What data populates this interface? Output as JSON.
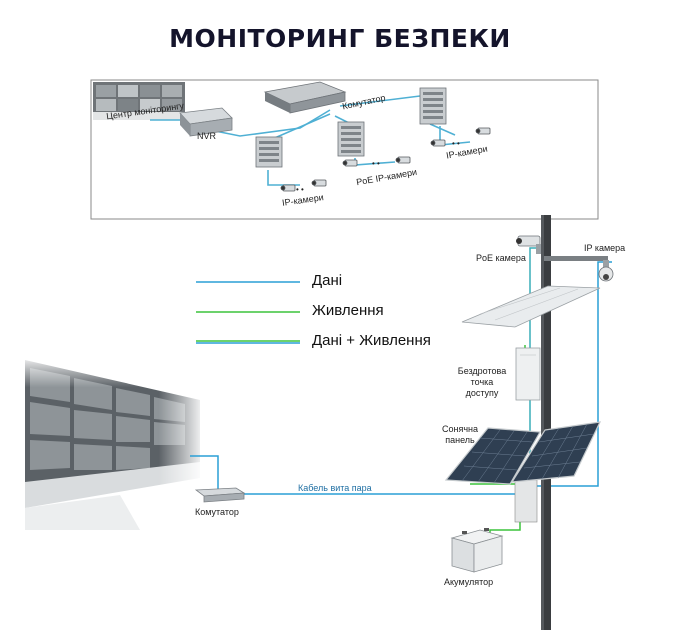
{
  "title": "МОНІТОРИНГ БЕЗПЕКИ",
  "top_diagram": {
    "monitoring_center": "Центр моніторингу",
    "nvr": "NVR",
    "switch": "Комутатор",
    "ip_cameras_left": "IP-камери",
    "poe_ip_cameras": "PoE IP-камери",
    "ip_cameras_right": "IP-камери",
    "dots": "• •"
  },
  "legend": {
    "data": "Дані",
    "power": "Живлення",
    "data_power": "Дані + Живлення",
    "colors": {
      "data": "#2a9fd6",
      "power": "#3cc43c",
      "data_power": "#3aaeb8"
    }
  },
  "bottom_diagram": {
    "poe_camera": "PoE камера",
    "ip_camera": "IP камера",
    "wireless_ap": [
      "Бездротова",
      "точка",
      "доступу"
    ],
    "solar_panel": [
      "Сонячна",
      "панель"
    ],
    "cable": "Кабель вита пара",
    "switch": "Комутатор",
    "battery": "Акумулятор"
  }
}
